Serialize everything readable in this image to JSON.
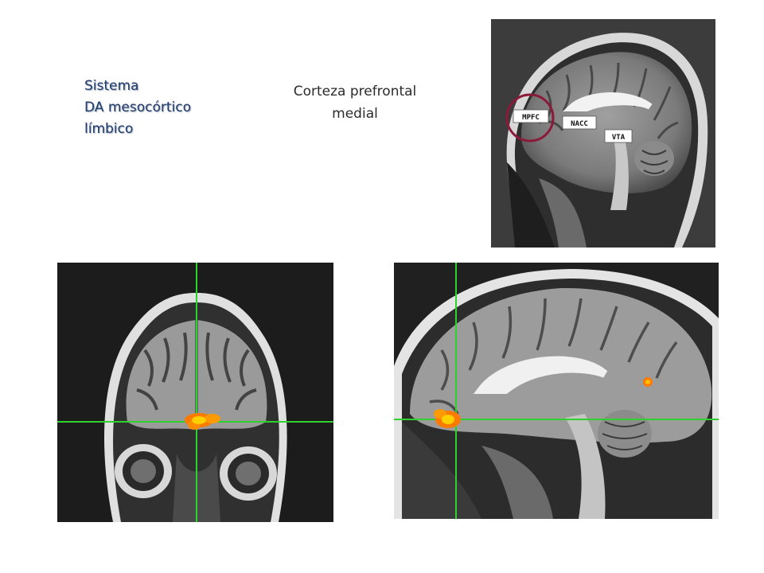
{
  "slide": {
    "title_lines": [
      "Sistema",
      "DA mesocórtico",
      "límbico"
    ],
    "subtitle_lines": [
      "Corteza prefrontal",
      "medial"
    ]
  },
  "top_image": {
    "labels": {
      "mpfc": "MPFC",
      "nacc": "NACC",
      "vta": "VTA"
    },
    "highlight_color": "#8b1a3a"
  },
  "colors": {
    "crosshair": "#2fd12f",
    "activation": "#ff9a00",
    "title_text": "#1f3b6e"
  }
}
